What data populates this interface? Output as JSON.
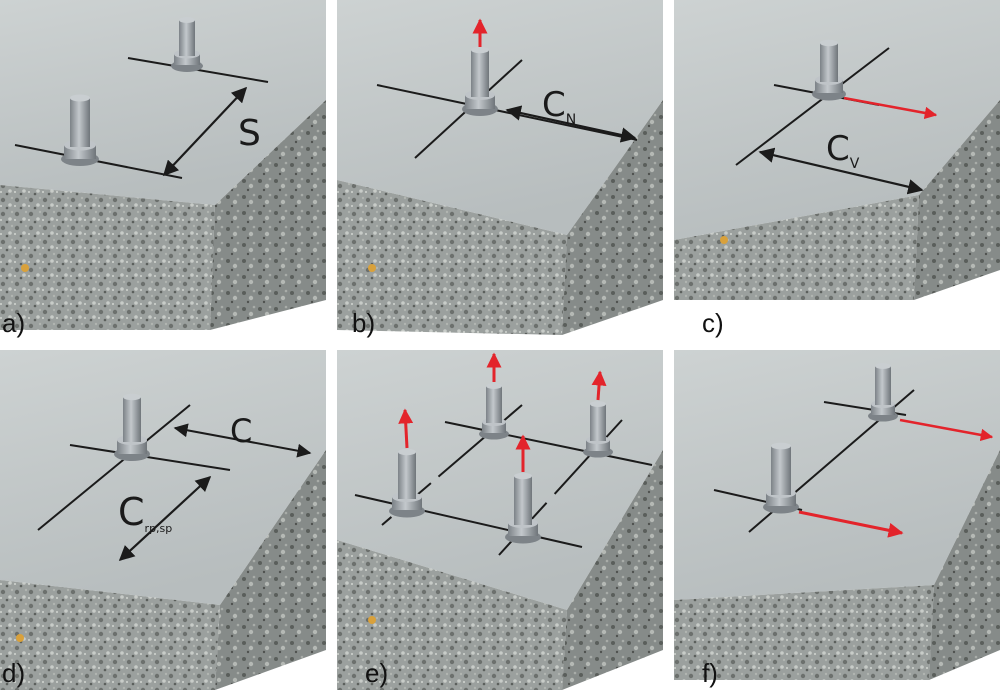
{
  "panels": [
    {
      "id": "a",
      "label": "a)",
      "dim": {
        "main": "S",
        "sub": ""
      }
    },
    {
      "id": "b",
      "label": "b)",
      "dim": {
        "main": "C",
        "sub": "N"
      }
    },
    {
      "id": "c",
      "label": "c)",
      "dim": {
        "main": "C",
        "sub": "V"
      }
    },
    {
      "id": "d",
      "label": "d)",
      "dim": {
        "main": "C",
        "sub": ""
      },
      "dim2": {
        "main": "C",
        "sub": "rp,sp"
      }
    },
    {
      "id": "e",
      "label": "e)"
    },
    {
      "id": "f",
      "label": "f)"
    }
  ],
  "colors": {
    "surface": "#bcc2c3",
    "side": "#8c9190",
    "line": "#1b1b1b",
    "force": "#e3242b",
    "bolt": "#9aa0a4"
  },
  "icons": {
    "anchor": "bolt-icon",
    "force": "force-arrow-icon"
  }
}
